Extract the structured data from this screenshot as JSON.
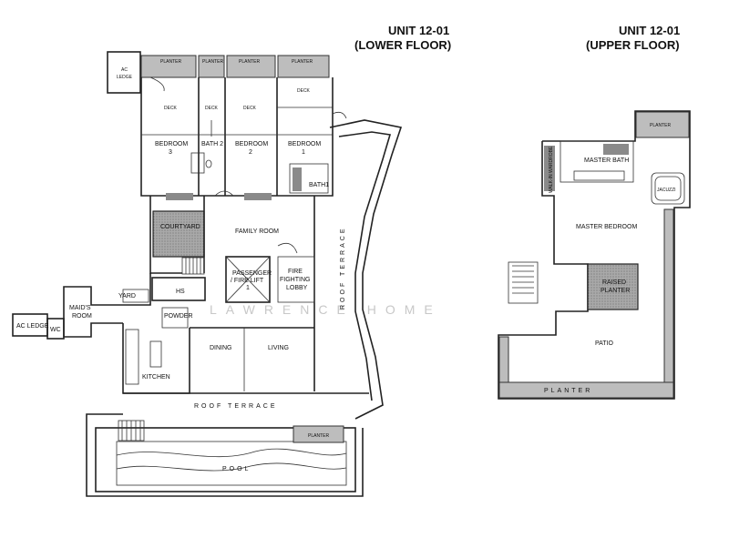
{
  "lower": {
    "title1": "UNIT 12-01",
    "title2": "(LOWER FLOOR)",
    "rooms": {
      "planter_a": "PLANTER",
      "planter_b": "PLANTER",
      "planter_c": "PLANTER",
      "planter_d": "PLANTER",
      "ac_ledge_top": "AC",
      "ac_ledge_top2": "LEDGE",
      "deck_a": "DECK",
      "deck_b": "DECK",
      "deck_c": "DECK",
      "deck_d": "DECK",
      "bedroom3_a": "BEDROOM",
      "bedroom3_b": "3",
      "bath2": "BATH 2",
      "bedroom2_a": "BEDROOM",
      "bedroom2_b": "2",
      "bedroom1_a": "BEDROOM",
      "bedroom1_b": "1",
      "bath1": "BATH1",
      "courtyard": "COURTYARD",
      "family_room": "FAMILY ROOM",
      "lift_a": "PASSENGER",
      "lift_b": "/ FIRE LIFT",
      "lift_c": "1",
      "lobby_a": "FIRE",
      "lobby_b": "FIGHTING",
      "lobby_c": "LOBBY",
      "hs": "HS",
      "yard": "YARD",
      "maids_a": "MAID'S",
      "maids_b": "ROOM",
      "wc": "WC",
      "ac_ledge_left": "AC LEDGE",
      "powder": "POWDER",
      "dining": "DINING",
      "living": "LIVING",
      "kitchen": "KITCHEN",
      "roof_terrace_h": "ROOF TERRACE",
      "roof_terrace_v": "ROOF TERRACE",
      "planter_pool": "PLANTER",
      "pool": "POOL"
    }
  },
  "upper": {
    "title1": "UNIT 12-01",
    "title2": "(UPPER FLOOR)",
    "rooms": {
      "planter_top": "PLANTER",
      "master_bath": "MASTER BATH",
      "walk_in": "WALK-IN WARDROBE",
      "jacuzzi": "JACUZZI",
      "master_bedroom": "MASTER BEDROOM",
      "raised_a": "RAISED",
      "raised_b": "PLANTER",
      "patio": "PATIO",
      "planter_bottom": "PLANTER"
    }
  },
  "watermark": "LAWRENCE HOME"
}
